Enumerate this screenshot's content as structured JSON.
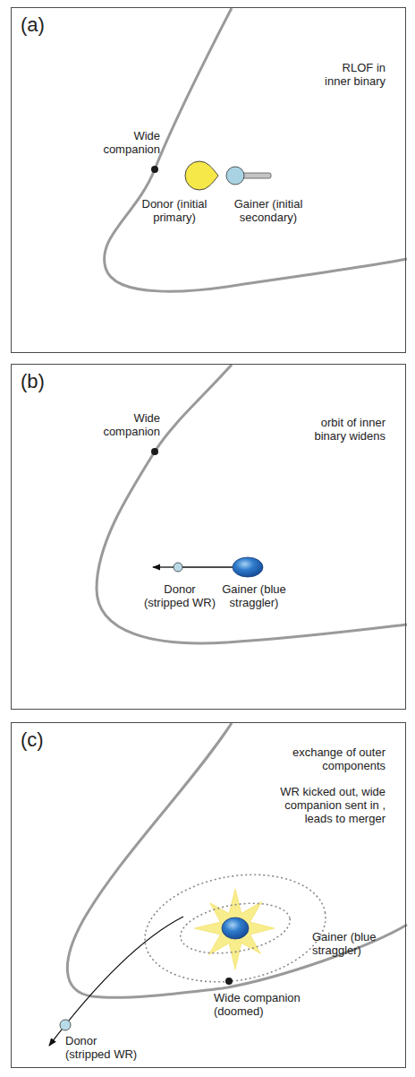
{
  "diagram": {
    "nodes": [
      {
        "text": [
          "(a)",
          "RLOF in inner binary"
        ]
      },
      {
        "text": [
          "Wide companion"
        ],
        "in": 0
      },
      {
        "text": [
          "Donor (initial primary)"
        ],
        "in": 0
      },
      {
        "text": [
          "Gainer (initial secondary)"
        ],
        "in": 0
      },
      {
        "text": [
          "(b)",
          "orbit of inner binary widens"
        ]
      },
      {
        "text": [
          "Wide companion"
        ],
        "in": 4
      },
      {
        "text": [
          "Donor (stripped WR)"
        ],
        "in": 4
      },
      {
        "text": [
          "Gainer (blue straggler)"
        ],
        "in": 4
      },
      {
        "text": [
          "(c)",
          "exchange of outer components",
          "WR kicked out, wide companion sent in , leads to merger"
        ]
      },
      {
        "text": [
          "Gainer (blue straggler)"
        ],
        "in": 8
      },
      {
        "text": [
          "Wide companion (doomed)"
        ],
        "in": 8
      },
      {
        "text": [
          "Donor (stripped WR)"
        ],
        "in": 8
      }
    ],
    "edges": [
      {
        "from": 7,
        "to": 6,
        "arrow": "none"
      }
    ]
  }
}
